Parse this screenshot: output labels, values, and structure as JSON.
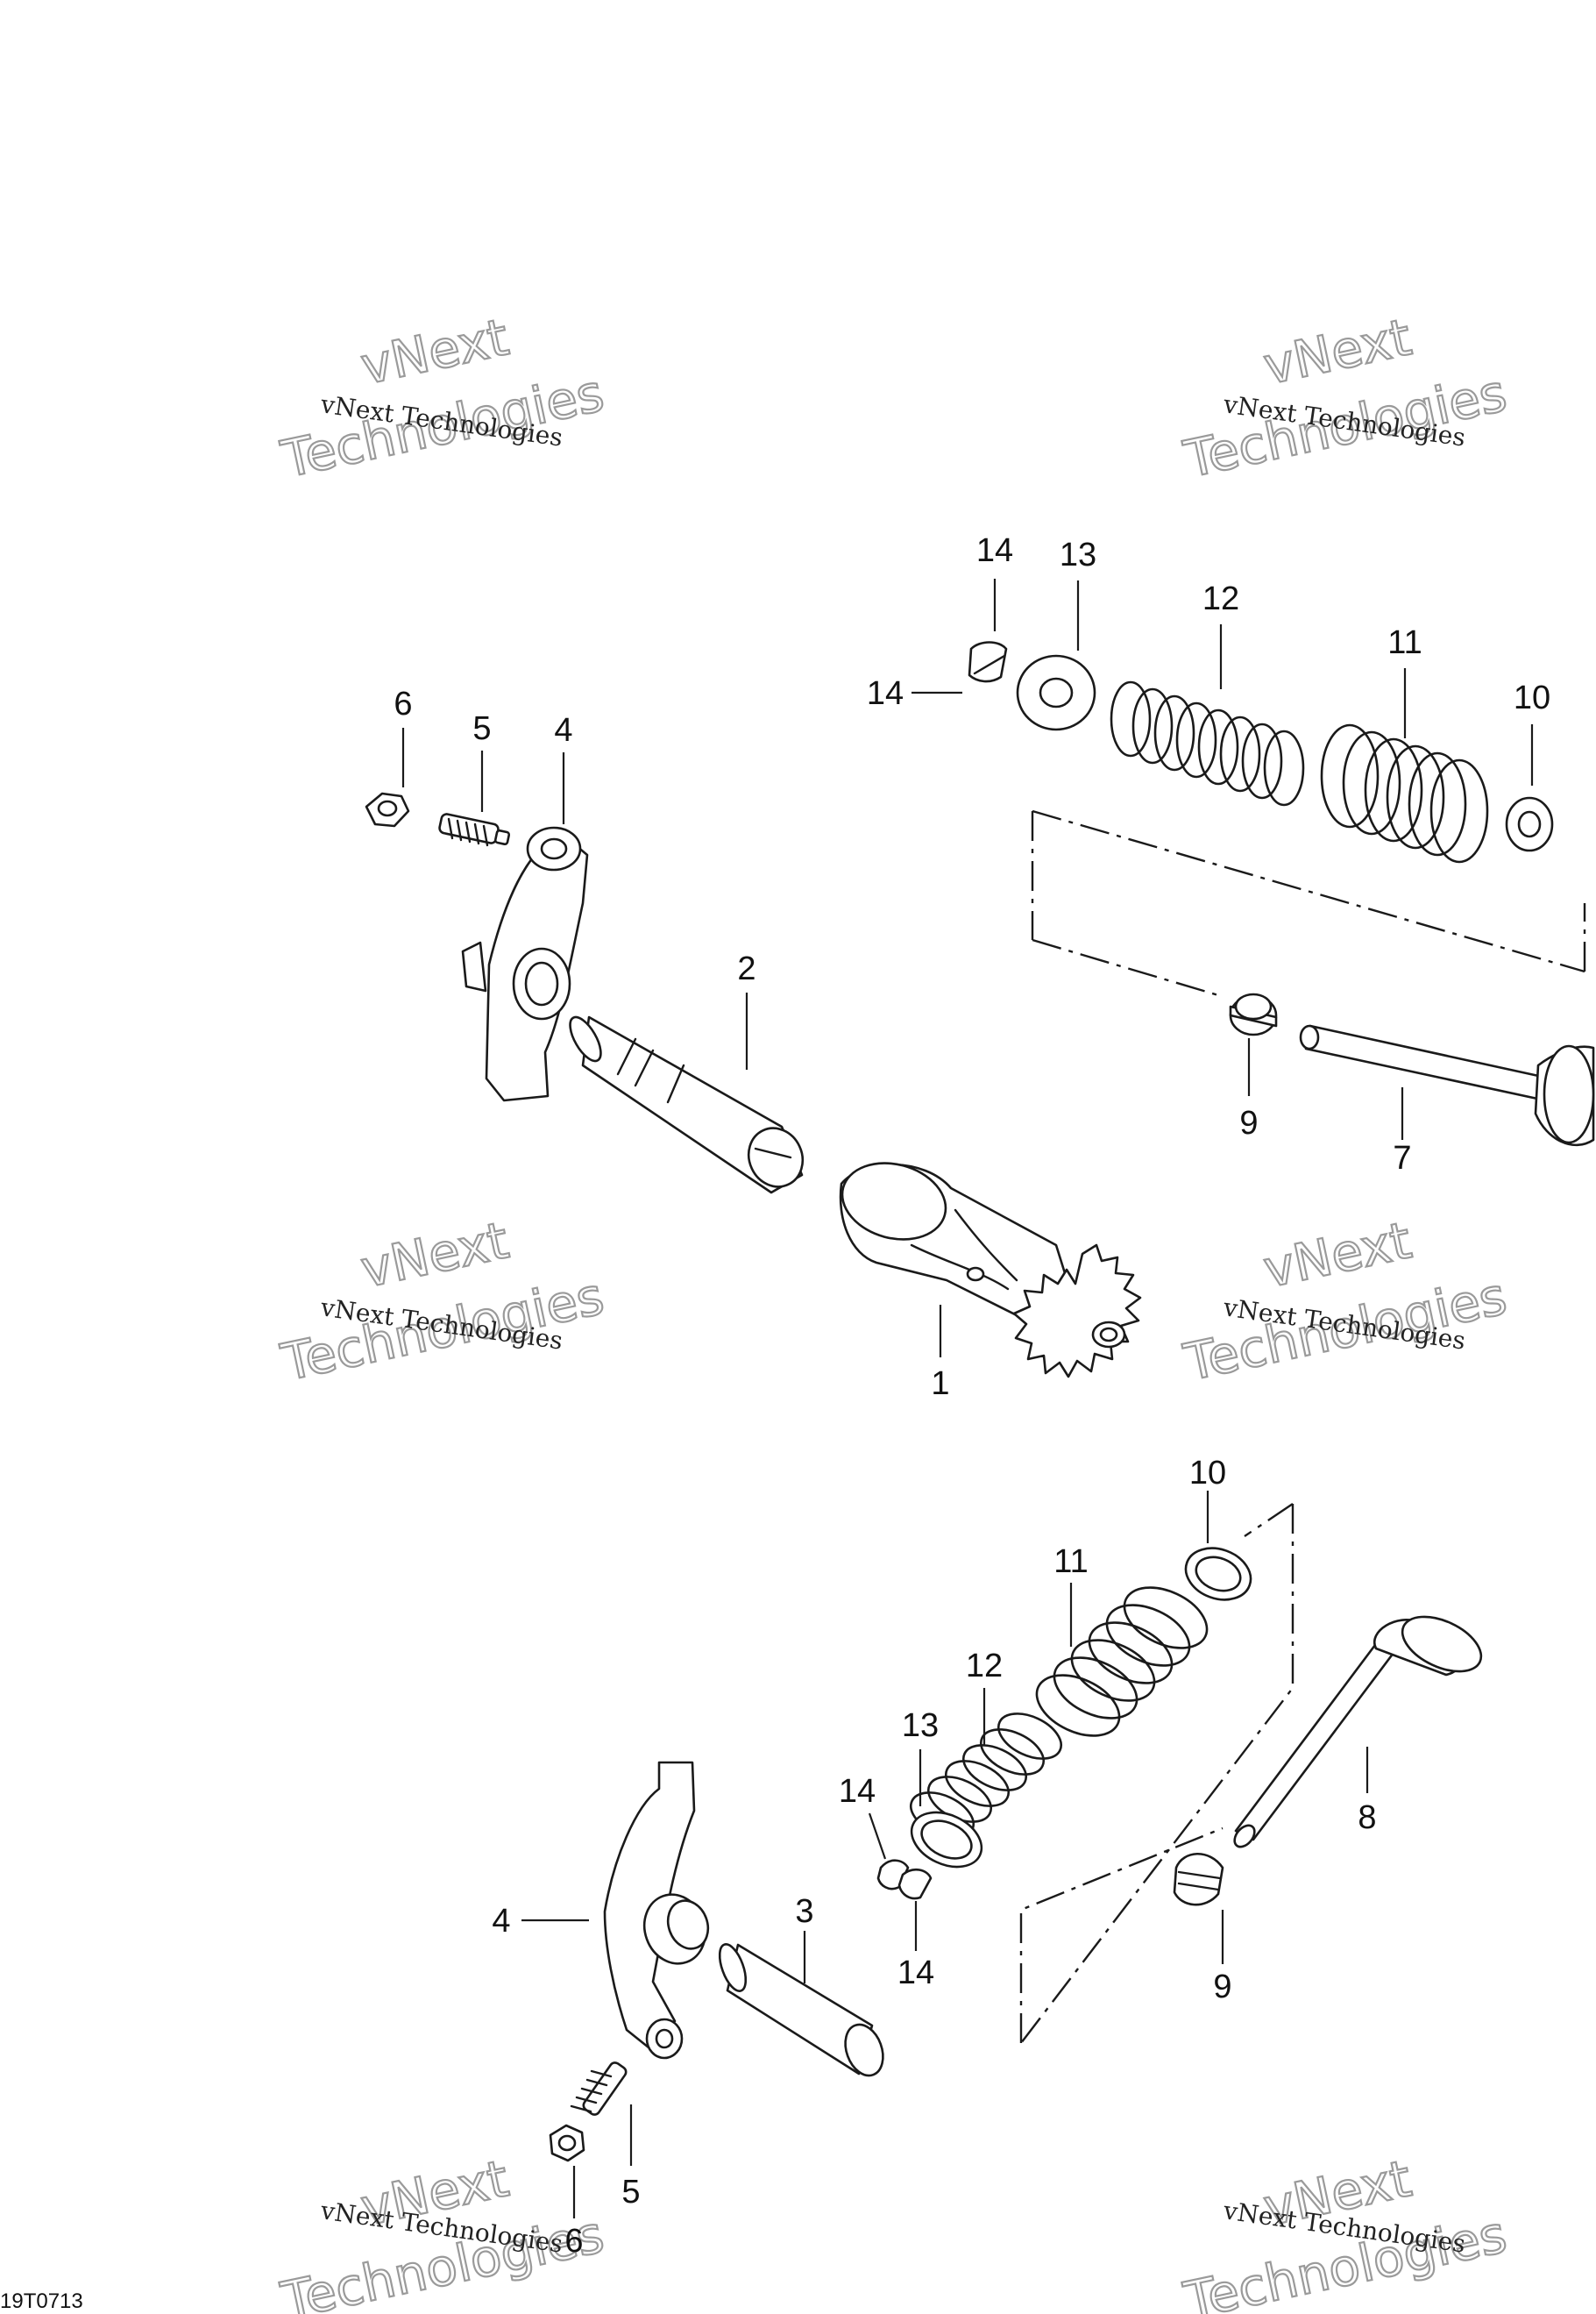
{
  "drawing": {
    "reference_number": "19T0713",
    "callouts": {
      "upper": {
        "camshaft": "1",
        "rocker_arm_shaft_upper": "2",
        "rocker_arm_upper": "4",
        "adjuster_screw_upper": "5",
        "nut_upper": "6",
        "intake_valve": "7",
        "valve_seal_upper": "9",
        "spring_seat_upper": "10",
        "outer_spring_upper": "11",
        "inner_spring_upper": "12",
        "spring_retainer_upper": "13",
        "valve_cotter_top_upper": "14",
        "valve_cotter_side_upper": "14"
      },
      "lower": {
        "rocker_arm_shaft_lower": "3",
        "rocker_arm_lower": "4",
        "adjuster_screw_lower": "5",
        "nut_lower": "6",
        "exhaust_valve": "8",
        "valve_seal_lower": "9",
        "spring_seat_lower": "10",
        "outer_spring_lower": "11",
        "inner_spring_lower": "12",
        "spring_retainer_lower": "13",
        "valve_cotter_top_lower": "14",
        "valve_cotter_bottom_lower": "14"
      }
    }
  },
  "watermark": {
    "line_small": "vNext Technologies",
    "line_outline_top": "vNext",
    "line_outline_bottom": "Technologies"
  }
}
